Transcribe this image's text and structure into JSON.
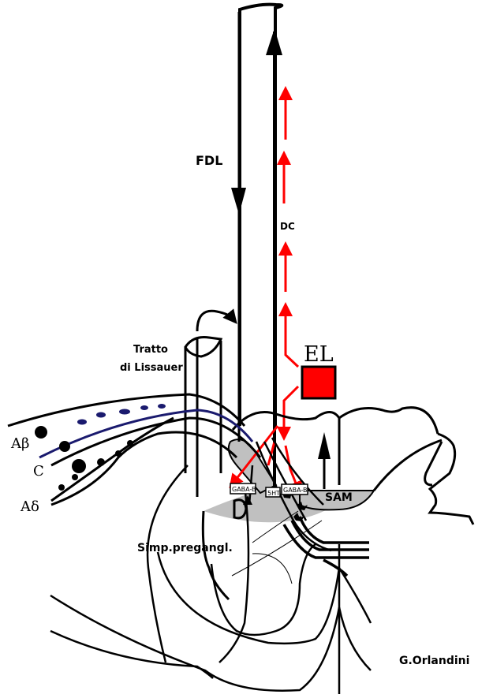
{
  "title": "Spinal cord pain modulation pathways (dorsal horn)",
  "labels": {
    "fdl": "FDL",
    "dc": "DC",
    "el": "EL",
    "tratto_line1": "Tratto",
    "tratto_line2": "di Lissauer",
    "fiber_abeta": "Aβ",
    "fiber_c": "C",
    "fiber_adelta": "Aδ",
    "gaba_b_left": "GABA-B",
    "receptor_5ht": "5HT",
    "gaba_b_right": "GABA-B",
    "sam": "SAM",
    "simp_pregangl": "Simp.pregangl.",
    "author": "G.Orlandini"
  },
  "colors": {
    "line": "#000000",
    "accent_red": "#ff0000",
    "grey_region": "#c0c0c0",
    "fiber_blue": "#1a1a6e",
    "background": "#ffffff"
  },
  "pathways": {
    "fdl_direction": "descending",
    "dc_direction": "ascending",
    "dc_red_arrow_count": 4
  }
}
